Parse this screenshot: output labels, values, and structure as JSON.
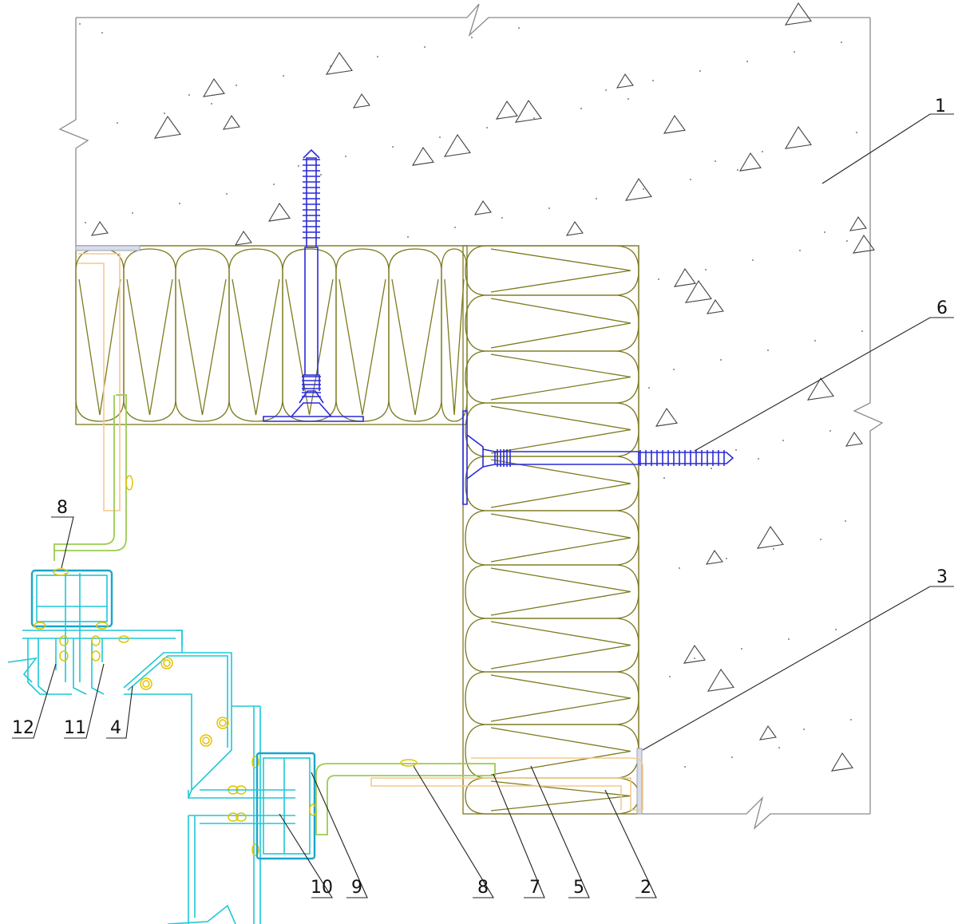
{
  "drawing": {
    "callouts": [
      {
        "id": "callout-1",
        "label": "1"
      },
      {
        "id": "callout-2",
        "label": "2"
      },
      {
        "id": "callout-3",
        "label": "3"
      },
      {
        "id": "callout-4",
        "label": "4"
      },
      {
        "id": "callout-5",
        "label": "5"
      },
      {
        "id": "callout-6",
        "label": "6"
      },
      {
        "id": "callout-7",
        "label": "7"
      },
      {
        "id": "callout-8a",
        "label": "8"
      },
      {
        "id": "callout-8b",
        "label": "8"
      },
      {
        "id": "callout-9",
        "label": "9"
      },
      {
        "id": "callout-10",
        "label": "10"
      },
      {
        "id": "callout-11",
        "label": "11"
      },
      {
        "id": "callout-12",
        "label": "12"
      }
    ]
  }
}
